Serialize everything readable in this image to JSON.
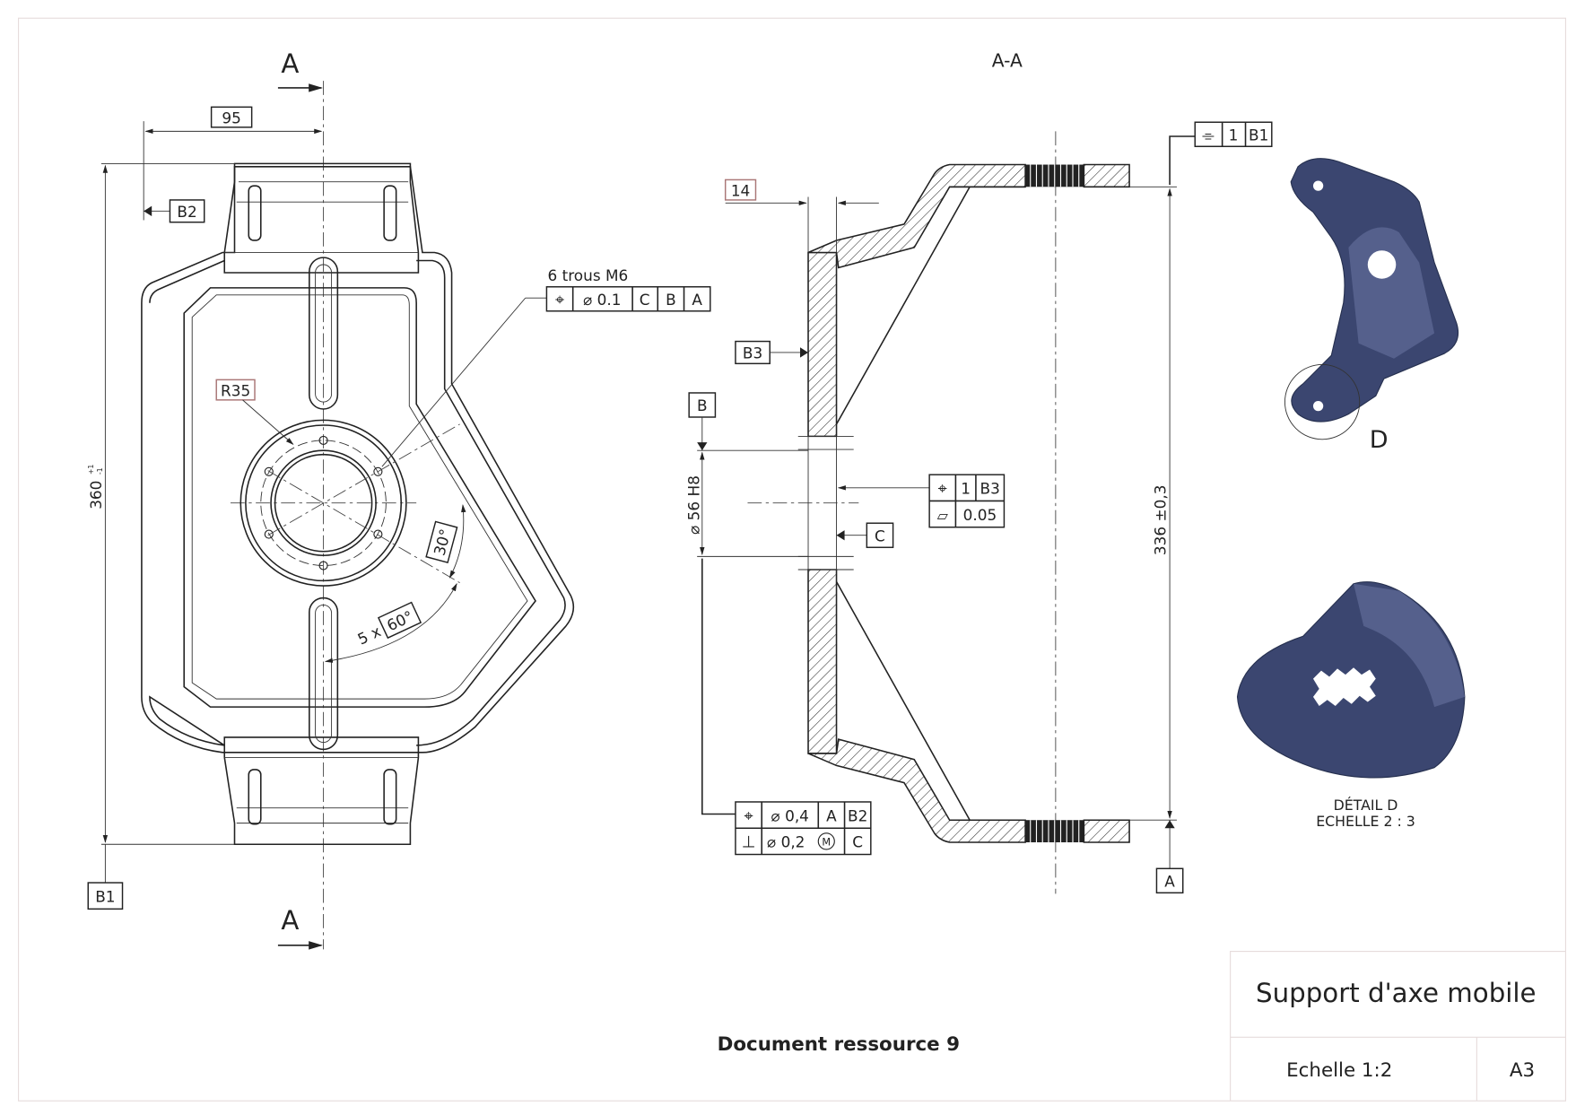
{
  "sheet": {
    "title": "Support d'axe mobile",
    "scale": "Echelle 1:2",
    "format": "A3",
    "document_label": "Document ressource 9"
  },
  "front_view": {
    "section_mark_top": "A",
    "section_mark_bottom": "A",
    "dim_width": "95",
    "dim_height": "360",
    "dim_height_tol_upper": "+1",
    "dim_height_tol_lower": "-1",
    "datum_b1": "B1",
    "datum_b2": "B2",
    "radius": "R35",
    "holes_note": "6 trous M6",
    "holes_fcf": {
      "symbol": "⌖",
      "tolerance": "⌀ 0.1",
      "datums": [
        "C",
        "B",
        "A"
      ]
    },
    "angle_30": "30°",
    "angle_count": "5 x",
    "angle_60": "60°"
  },
  "section_view": {
    "title": "A-A",
    "dim_thickness": "14",
    "datum_b3": "B3",
    "datum_b": "B",
    "datum_c": "C",
    "datum_a": "A",
    "dim_bore": "⌀ 56 H8",
    "dim_height": "336 ±0,3",
    "sym_fcf": {
      "symbol": "⌯",
      "tolerance": "1",
      "datum": "B1"
    },
    "bore_fcf_position": {
      "symbol": "⌖",
      "tolerance": "1",
      "datum": "B3"
    },
    "bore_fcf_flatness": {
      "symbol": "▱",
      "tolerance": "0.05"
    },
    "bottom_fcf_position": {
      "symbol": "⌖",
      "tolerance": "⌀ 0,4",
      "datums": [
        "A",
        "B2"
      ]
    },
    "bottom_fcf_perp": {
      "symbol": "⊥",
      "tolerance": "⌀ 0,2",
      "modifier": "M",
      "datum": "C"
    }
  },
  "detail": {
    "callout": "D",
    "caption_line1": "DÉTAIL D",
    "caption_line2": "ECHELLE 2 : 3"
  },
  "colors": {
    "part": "#3b4670",
    "line": "#222222"
  }
}
